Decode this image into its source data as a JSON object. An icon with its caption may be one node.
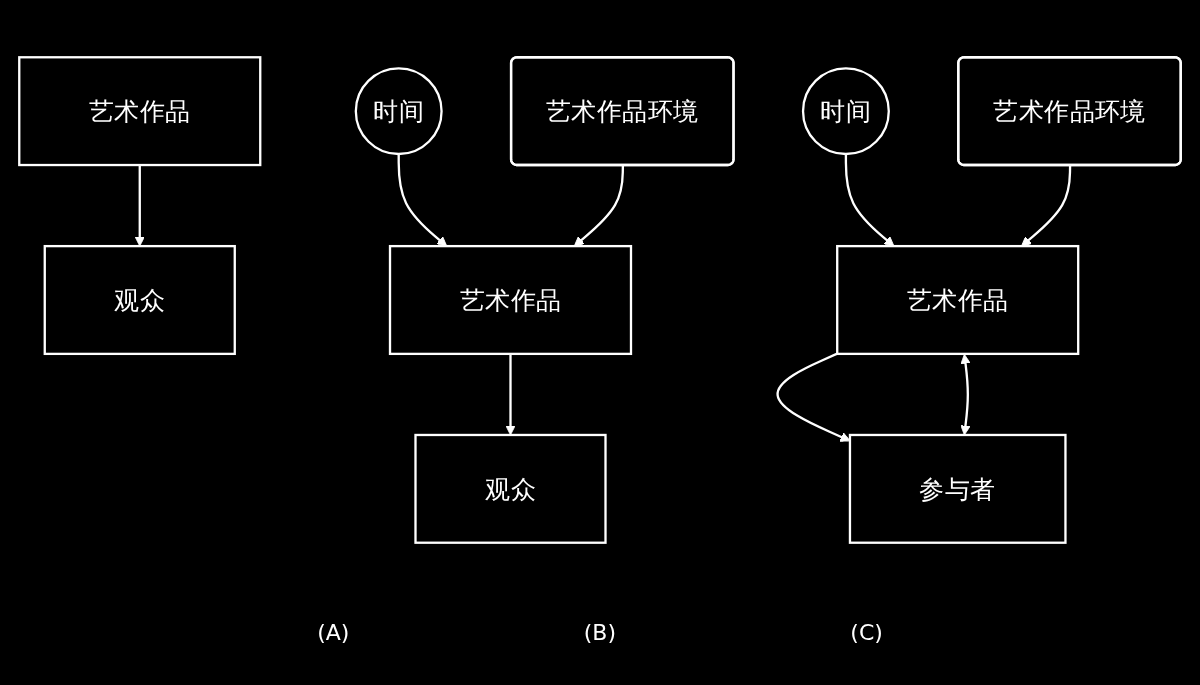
{
  "diagram": {
    "nodes": [
      {
        "text": [
          "艺术作品"
        ]
      },
      {
        "text": [
          "观众"
        ]
      },
      {
        "text": [
          "时间"
        ]
      },
      {
        "text": [
          "艺术作品环境"
        ]
      },
      {
        "text": [
          "艺术作品"
        ]
      },
      {
        "text": [
          "观众"
        ]
      },
      {
        "text": [
          "时间"
        ]
      },
      {
        "text": [
          "艺术作品环境"
        ]
      },
      {
        "text": [
          "艺术作品"
        ]
      },
      {
        "text": [
          "参与者"
        ]
      }
    ],
    "edges": [
      {
        "from": 0,
        "to": 1,
        "arrow": "to"
      },
      {
        "from": 2,
        "to": 4,
        "arrow": "to"
      },
      {
        "from": 3,
        "to": 4,
        "arrow": "to"
      },
      {
        "from": 4,
        "to": 5,
        "arrow": "to"
      },
      {
        "from": 6,
        "to": 8,
        "arrow": "to"
      },
      {
        "from": 7,
        "to": 8,
        "arrow": "to"
      },
      {
        "from": 8,
        "to": 9,
        "arrow": "to"
      },
      {
        "from": 8,
        "to": 9,
        "arrow": "both"
      }
    ],
    "labels": [
      "(A)",
      "(B)",
      "(C)"
    ]
  }
}
